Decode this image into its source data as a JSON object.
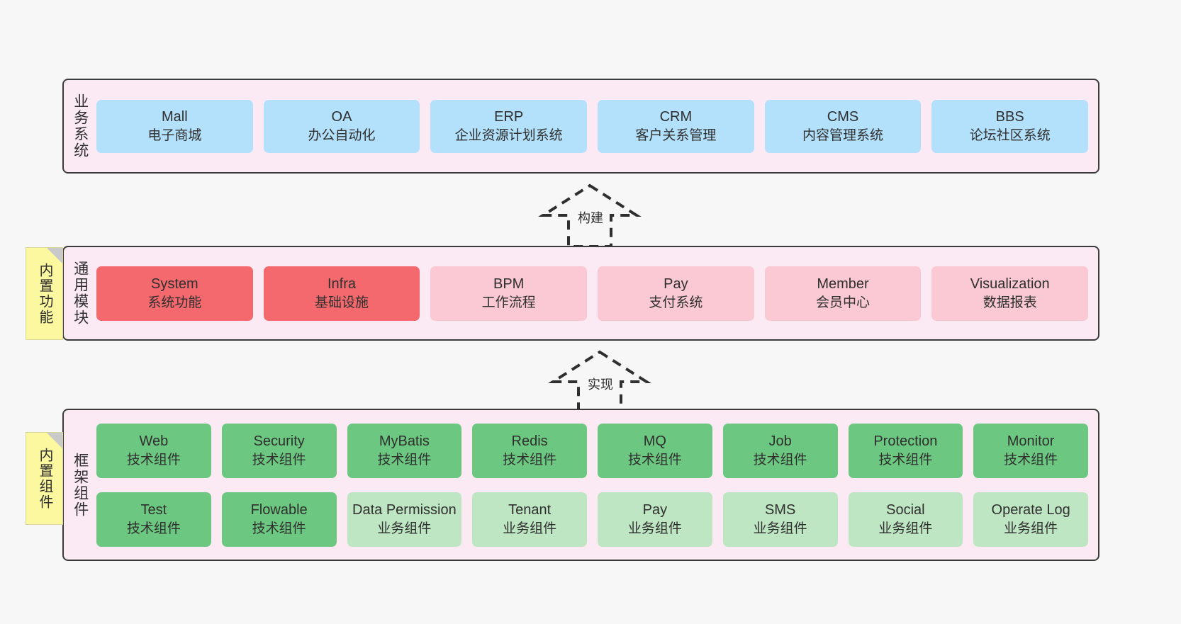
{
  "layers": [
    {
      "id": "business",
      "title": "业务系统",
      "rows": [
        {
          "cards": [
            {
              "en": "Mall",
              "cn": "电子商城",
              "style": "c-blue"
            },
            {
              "en": "OA",
              "cn": "办公自动化",
              "style": "c-blue"
            },
            {
              "en": "ERP",
              "cn": "企业资源计划系统",
              "style": "c-blue"
            },
            {
              "en": "CRM",
              "cn": "客户关系管理",
              "style": "c-blue"
            },
            {
              "en": "CMS",
              "cn": "内容管理系统",
              "style": "c-blue"
            },
            {
              "en": "BBS",
              "cn": "论坛社区系统",
              "style": "c-blue"
            }
          ]
        }
      ]
    },
    {
      "id": "modules",
      "title": "通用模块",
      "rows": [
        {
          "cards": [
            {
              "en": "System",
              "cn": "系统功能",
              "style": "c-red"
            },
            {
              "en": "Infra",
              "cn": "基础设施",
              "style": "c-red"
            },
            {
              "en": "BPM",
              "cn": "工作流程",
              "style": "c-pink"
            },
            {
              "en": "Pay",
              "cn": "支付系统",
              "style": "c-pink"
            },
            {
              "en": "Member",
              "cn": "会员中心",
              "style": "c-pink"
            },
            {
              "en": "Visualization",
              "cn": "数据报表",
              "style": "c-pink"
            }
          ]
        }
      ]
    },
    {
      "id": "framework",
      "title": "框架组件",
      "rows": [
        {
          "cards": [
            {
              "en": "Web",
              "cn": "技术组件",
              "style": "c-green"
            },
            {
              "en": "Security",
              "cn": "技术组件",
              "style": "c-green"
            },
            {
              "en": "MyBatis",
              "cn": "技术组件",
              "style": "c-green"
            },
            {
              "en": "Redis",
              "cn": "技术组件",
              "style": "c-green"
            },
            {
              "en": "MQ",
              "cn": "技术组件",
              "style": "c-green"
            },
            {
              "en": "Job",
              "cn": "技术组件",
              "style": "c-green"
            },
            {
              "en": "Protection",
              "cn": "技术组件",
              "style": "c-green"
            },
            {
              "en": "Monitor",
              "cn": "技术组件",
              "style": "c-green"
            }
          ]
        },
        {
          "cards": [
            {
              "en": "Test",
              "cn": "技术组件",
              "style": "c-green"
            },
            {
              "en": "Flowable",
              "cn": "技术组件",
              "style": "c-green"
            },
            {
              "en": "Data Permission",
              "cn": "业务组件",
              "style": "c-lightgreen"
            },
            {
              "en": "Tenant",
              "cn": "业务组件",
              "style": "c-lightgreen"
            },
            {
              "en": "Pay",
              "cn": "业务组件",
              "style": "c-lightgreen"
            },
            {
              "en": "SMS",
              "cn": "业务组件",
              "style": "c-lightgreen"
            },
            {
              "en": "Social",
              "cn": "业务组件",
              "style": "c-lightgreen"
            },
            {
              "en": "Operate Log",
              "cn": "业务组件",
              "style": "c-lightgreen"
            }
          ]
        }
      ]
    }
  ],
  "notes": [
    {
      "id": "builtin-func",
      "label": "内置功能"
    },
    {
      "id": "builtin-comp",
      "label": "内置组件"
    }
  ],
  "arrows": [
    {
      "id": "build",
      "label": "构建"
    },
    {
      "id": "implement",
      "label": "实现"
    }
  ],
  "colors": {
    "canvas_background": "#f7f7f7",
    "layer_background": "#fbeaf4",
    "layer_border": "#3b3b3b",
    "business_card": "#b3e0fb",
    "module_core_card": "#f3696d",
    "module_card": "#fac9d3",
    "tech_component_card": "#6cc880",
    "business_component_card": "#bfe6c3",
    "note_background": "#fbf8a0",
    "note_fold": "#c9c9c9",
    "text": "#2f2f2f"
  }
}
